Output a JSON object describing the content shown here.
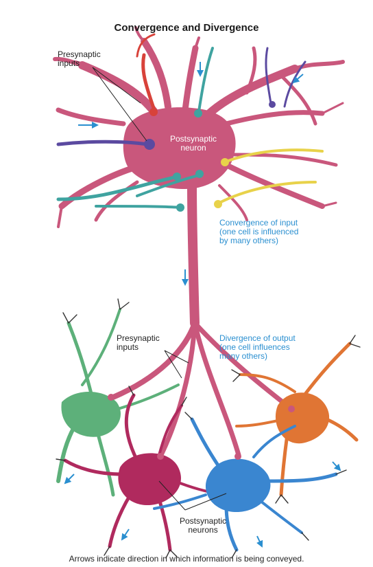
{
  "title": "Convergence and Divergence",
  "labels": {
    "presynaptic_inputs_top": "Presynaptic\ninputs",
    "postsynaptic_neuron": "Postsynaptic\nneuron",
    "convergence": "Convergence of input\n(one cell is influenced\nby many others)",
    "divergence": "Divergence of output\n(one cell influences\nmany others)",
    "presynaptic_inputs_mid": "Presynaptic\ninputs",
    "postsynaptic_neurons": "Postsynaptic\nneurons"
  },
  "caption": "Arrows indicate direction in which information is being conveyed.",
  "colors": {
    "main_neuron": "#c9577c",
    "green_neuron": "#5db07a",
    "magenta_neuron": "#b02a5e",
    "blue_neuron": "#3a86d0",
    "orange_neuron": "#e07534",
    "teal_input": "#3fa3a0",
    "purple_input": "#5b4aa0",
    "yellow_input": "#e8d24a",
    "red_input": "#d8423a",
    "arrow": "#2a8fd0",
    "text_accent": "#2a8fd0"
  }
}
